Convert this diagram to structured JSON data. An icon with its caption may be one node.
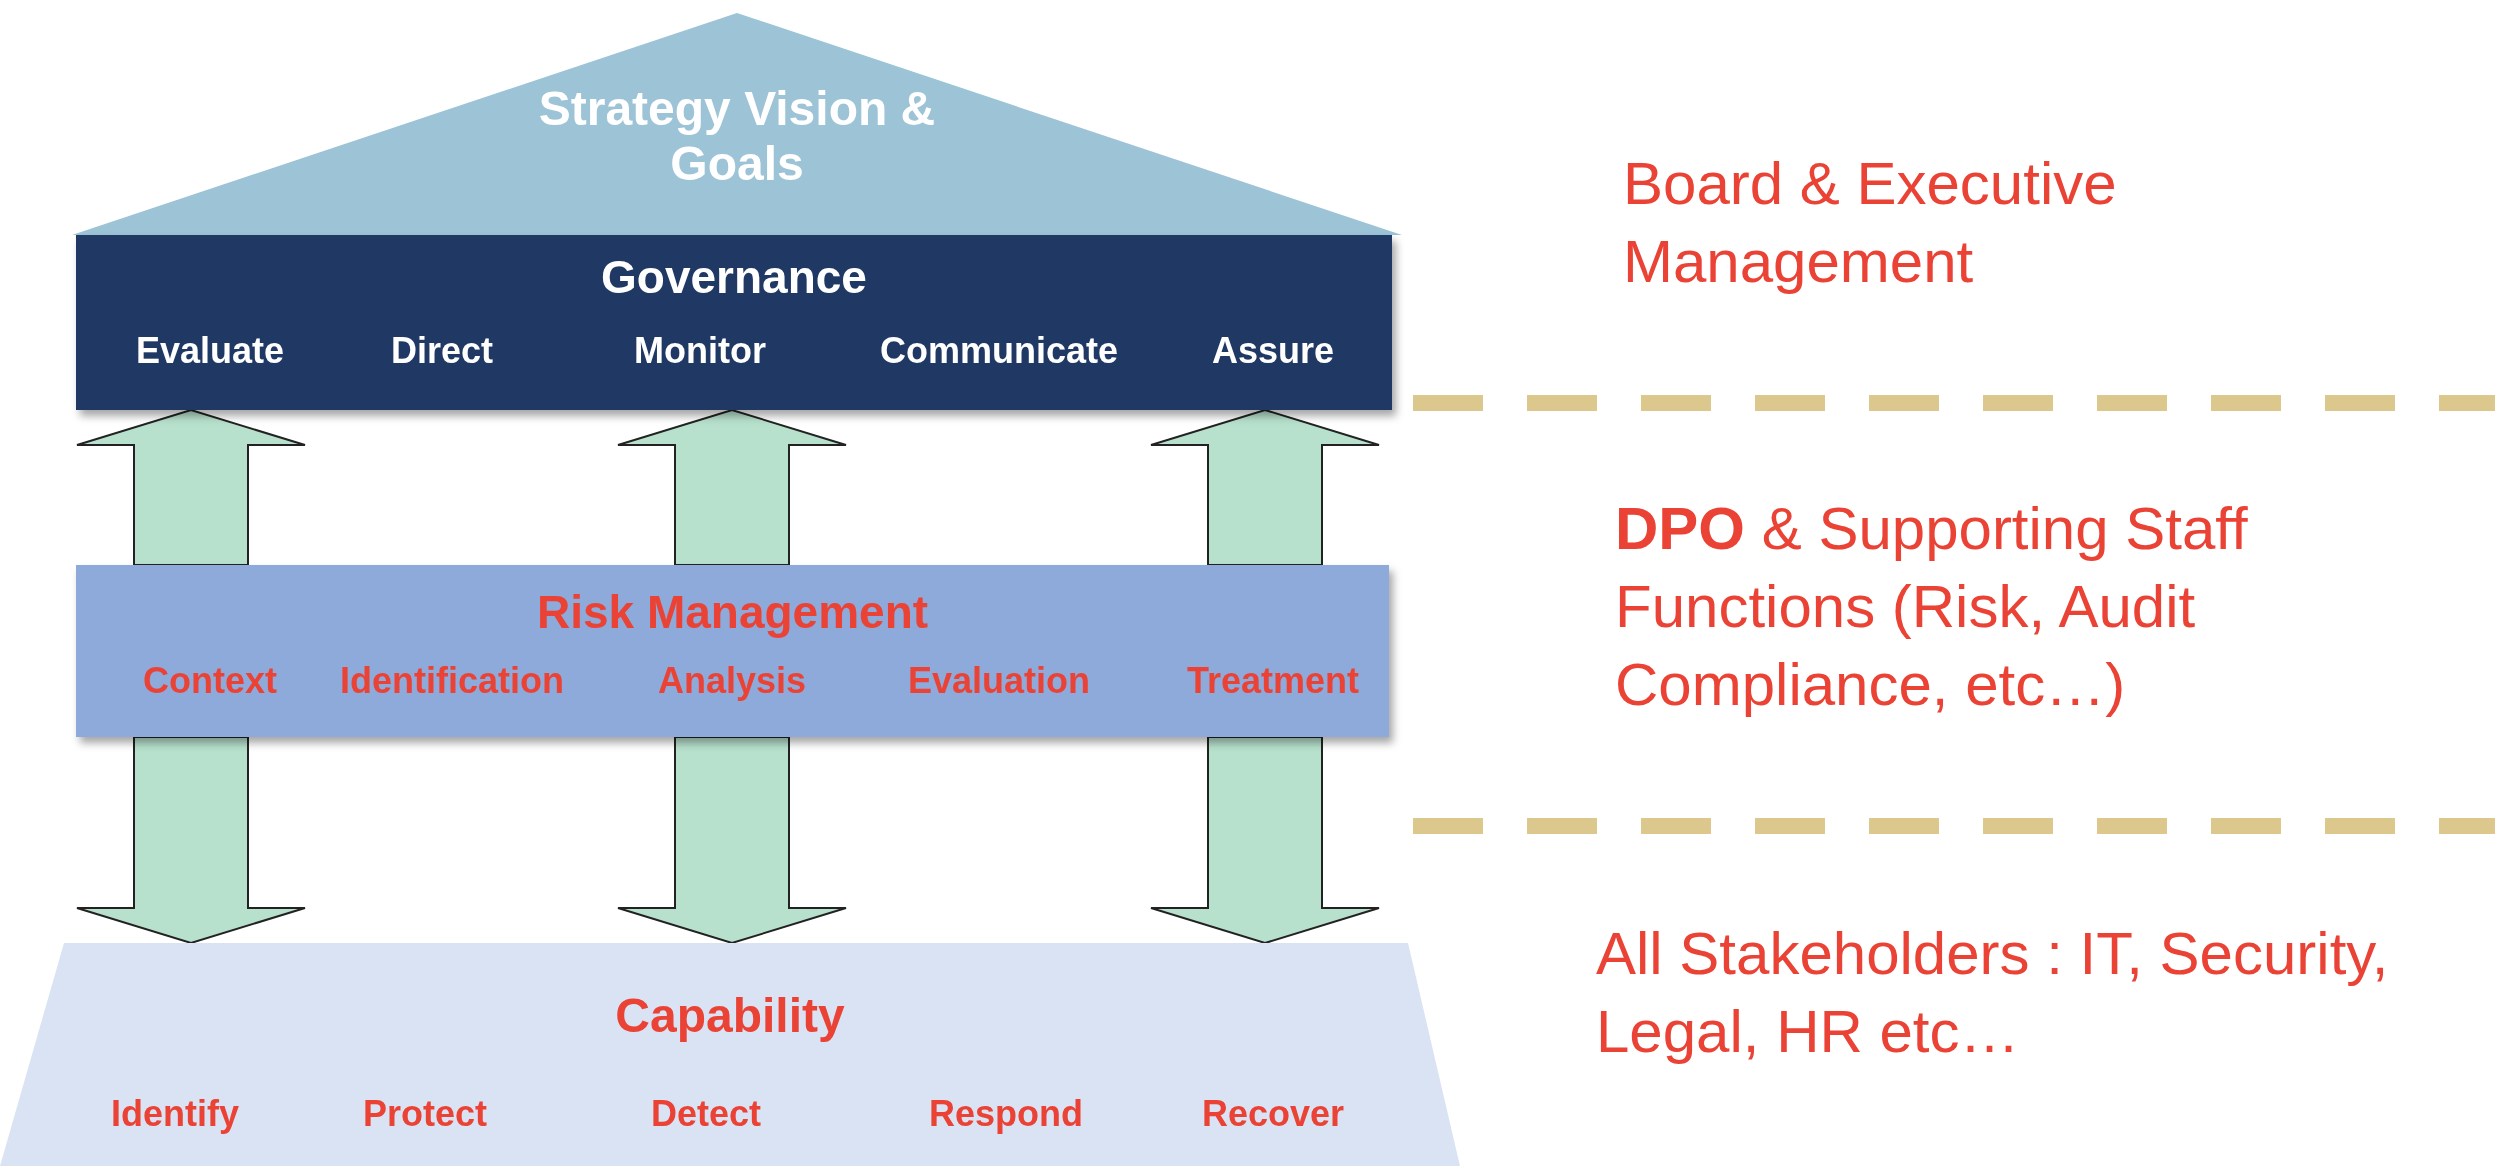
{
  "diagram": {
    "nodes": [
      {
        "text": [
          "Strategy Vision & Goals"
        ]
      },
      {
        "text": [
          "Governance",
          "Evaluate",
          "Direct",
          "Monitor",
          "Communicate",
          "Assure"
        ]
      },
      {
        "text": [
          "Risk Management",
          "Context",
          "Identification",
          "Analysis",
          "Evaluation",
          "Treatment"
        ]
      },
      {
        "text": [
          "Capability",
          "Identify",
          "Protect",
          "Detect",
          "Respond",
          "Recover"
        ]
      }
    ],
    "edges": [
      {
        "from": 2,
        "to": 1,
        "arrow": "to",
        "style": "thick"
      },
      {
        "from": 2,
        "to": 1,
        "arrow": "to",
        "style": "thick"
      },
      {
        "from": 2,
        "to": 1,
        "arrow": "to",
        "style": "thick"
      },
      {
        "from": 2,
        "to": 3,
        "arrow": "to",
        "style": "thick"
      },
      {
        "from": 2,
        "to": 3,
        "arrow": "to",
        "style": "thick"
      },
      {
        "from": 2,
        "to": 3,
        "arrow": "to",
        "style": "thick"
      }
    ],
    "labels": [
      "Board & Executive Management",
      "**DPO** & Supporting Staff Functions (Risk, Audit Compliance, etc…)",
      "All Stakeholders : IT, Security, Legal, HR etc…"
    ]
  }
}
